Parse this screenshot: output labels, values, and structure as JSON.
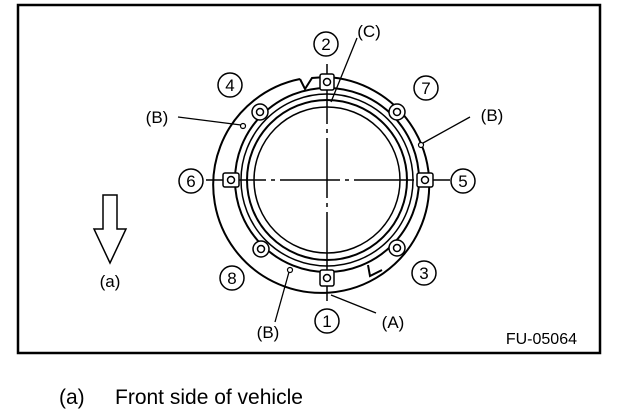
{
  "diagram": {
    "bolt_numbers": [
      "1",
      "2",
      "3",
      "4",
      "5",
      "6",
      "7",
      "8"
    ],
    "labels": {
      "a": "(A)",
      "b": "(B)",
      "c": "(C)",
      "arrow": "(a)"
    },
    "figure_code": "FU-05064"
  },
  "legend": {
    "key": "(a)",
    "text": "Front side of vehicle"
  },
  "colors": {
    "stroke": "#000000",
    "background": "#ffffff"
  }
}
